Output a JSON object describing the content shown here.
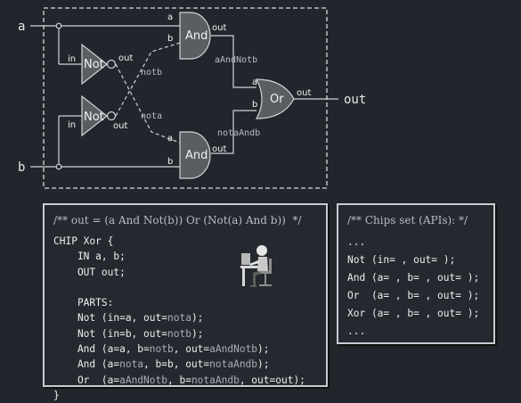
{
  "diagram": {
    "inputs": {
      "a": "a",
      "b": "b"
    },
    "output": "out",
    "gates": {
      "not_top": {
        "name": "Not",
        "in_pin": "in",
        "out_pin": "out"
      },
      "not_bottom": {
        "name": "Not",
        "in_pin": "in",
        "out_pin": "out"
      },
      "and_top": {
        "name": "And",
        "a_pin": "a",
        "b_pin": "b",
        "out_pin": "out"
      },
      "and_bottom": {
        "name": "And",
        "a_pin": "a",
        "b_pin": "b",
        "out_pin": "out"
      },
      "or": {
        "name": "Or",
        "a_pin": "a",
        "b_pin": "b",
        "out_pin": "out"
      }
    },
    "wires": {
      "notb": "notb",
      "nota": "nota",
      "aAndNotb": "aAndNotb",
      "notaAndb": "notaAndb"
    }
  },
  "code_panel": {
    "comment": "/** out = (a And Not(b)) Or (Not(a) And b))  */",
    "lines": [
      [
        {
          "t": "CHIP Xor {"
        }
      ],
      [
        {
          "t": "    IN a, b;"
        }
      ],
      [
        {
          "t": "    OUT out;"
        }
      ],
      [
        {
          "t": ""
        }
      ],
      [
        {
          "t": "    PARTS:"
        }
      ],
      [
        {
          "t": "    Not (in=a, out="
        },
        {
          "t": "nota",
          "h": true
        },
        {
          "t": ");"
        }
      ],
      [
        {
          "t": "    Not (in=b, out="
        },
        {
          "t": "notb",
          "h": true
        },
        {
          "t": ");"
        }
      ],
      [
        {
          "t": "    And (a=a, b="
        },
        {
          "t": "notb",
          "h": true
        },
        {
          "t": ", out="
        },
        {
          "t": "aAndNotb",
          "h": true
        },
        {
          "t": ");"
        }
      ],
      [
        {
          "t": "    And (a="
        },
        {
          "t": "nota",
          "h": true
        },
        {
          "t": ", b=b, out="
        },
        {
          "t": "notaAndb",
          "h": true
        },
        {
          "t": ");"
        }
      ],
      [
        {
          "t": "    Or  (a="
        },
        {
          "t": "aAndNotb",
          "h": true
        },
        {
          "t": ", b="
        },
        {
          "t": "notaAndb",
          "h": true
        },
        {
          "t": ", out=out);"
        }
      ],
      [
        {
          "t": "}"
        }
      ]
    ]
  },
  "api_panel": {
    "comment": "/** Chips set (APIs): */",
    "lines": [
      "...",
      "Not (in= , out= );",
      "And (a= , b= , out= );",
      "Or  (a= , b= , out= );",
      "Xor (a= , b= , out= );",
      "..."
    ]
  },
  "icons": {
    "figure": "person-at-desk-icon"
  }
}
